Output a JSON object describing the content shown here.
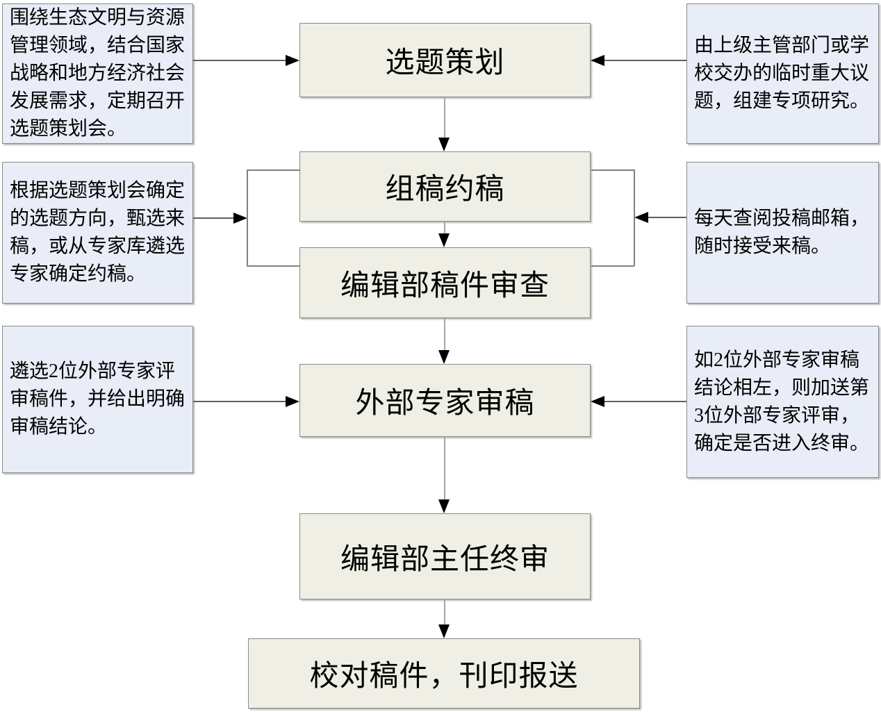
{
  "diagram": {
    "type": "flowchart",
    "process_steps": [
      "选题策划",
      "组稿约稿",
      "编辑部稿件审查",
      "外部专家审稿",
      "编辑部主任终审",
      "校对稿件，刊印报送"
    ],
    "left_notes": [
      "围绕生态文明与资源管理领域，结合国家战略和地方经济社会发展需求，定期召开选题策划会。",
      "根据选题策划会确定的选题方向，甄选来稿，或从专家库遴选专家确定约稿。",
      "遴选2位外部专家评审稿件，并给出明确审稿结论。"
    ],
    "right_notes": [
      "由上级主管部门或学校交办的临时重大议题，组建专项研究。",
      "每天查阅投稿邮箱，随时接受来稿。",
      "如2位外部专家审稿结论相左，则加送第3位外部专家评审，确定是否进入终审。"
    ],
    "colors": {
      "process_fill": "#EFEFE5",
      "note_fill": "#E9EDF7",
      "box_border": "#8A8A8A",
      "arrow_line_dark": "#606060",
      "connector_line": "#A6A6A6",
      "bracket_line": "#808080",
      "arrowhead": "#000000"
    }
  }
}
